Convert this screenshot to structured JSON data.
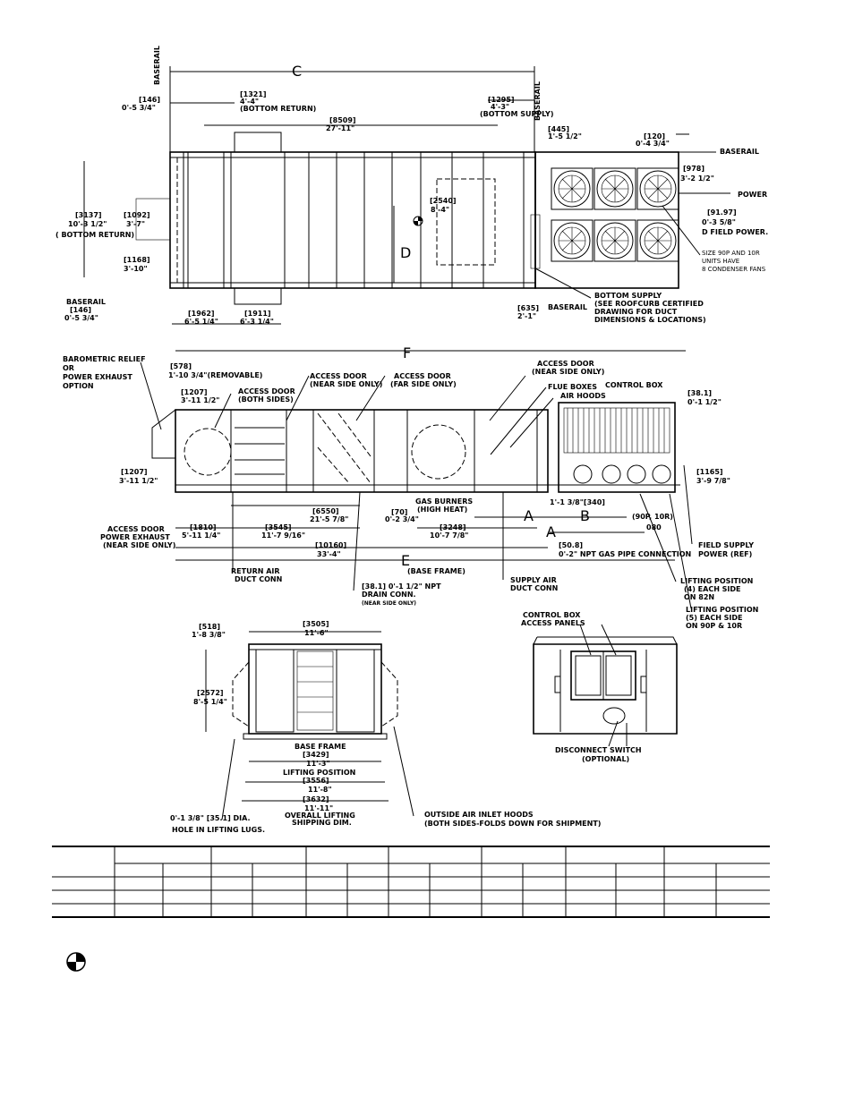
{
  "top_view": {
    "baserail_top": "BASERAIL",
    "baserail_right_top": "BASERAIL",
    "baserail_right": "BASERAIL",
    "baserail_left": "BASERAIL",
    "baserail_bottom_right": "BASERAIL",
    "dim_c": "C",
    "dim_d": "D",
    "d146a_mm": "[146]",
    "d146a_ft": "0'-5 3/4\"",
    "d1321_mm": "[1321]",
    "d1321_ft": "4'-4\"",
    "d1321_note": "(BOTTOM RETURN)",
    "d8509_mm": "[8509]",
    "d8509_ft": "27'-11\"",
    "d1295_mm": "[1295]",
    "d1295_ft": "4'-3\"",
    "d1295_note": "(BOTTOM SUPPLY)",
    "d445_mm": "[445]",
    "d445_ft": "1'-5 1/2\"",
    "d120_mm": "[120]",
    "d120_ft": "0'-4 3/4\"",
    "d978_mm": "[978]",
    "d978_ft": "3'-2 1/2\"",
    "power": "POWER",
    "d9197_mm": "[91.97]",
    "d9197_ft": "0'-3 5/8\"",
    "field_power": "D FIELD POWER.",
    "fans_note_1": "SIZE 90P AND 10R",
    "fans_note_2": "UNITS HAVE",
    "fans_note_3": "8 CONDENSER FANS",
    "d3137_mm": "[3137]",
    "d3137_ft": "10'-3 1/2\"",
    "d3137_note": "( BOTTOM RETURN)",
    "d1092_mm": "[1092]",
    "d1092_ft": "3'-7\"",
    "d1168_mm": "[1168]",
    "d1168_ft": "3'-10\"",
    "d2540_mm": "[2540]",
    "d2540_ft": "8'-4\"",
    "d146b_mm": "[146]",
    "d146b_ft": "0'-5 3/4\"",
    "d1962_mm": "[1962]",
    "d1962_ft": "6'-5 1/4\"",
    "d1911_mm": "[1911]",
    "d1911_ft": "6'-3 1/4\"",
    "d635_mm": "[635]",
    "d635_ft": "2'-1\"",
    "bottom_supply_1": "BOTTOM SUPPLY",
    "bottom_supply_2": "(SEE ROOFCURB CERTIFIED",
    "bottom_supply_3": "DRAWING FOR DUCT",
    "bottom_supply_4": "DIMENSIONS & LOCATIONS)"
  },
  "side_view": {
    "dim_f": "F",
    "dim_e": "E",
    "dim_a1": "A",
    "dim_a2": "A",
    "dim_b": "B",
    "baro_1": "BAROMETRIC RELIEF",
    "baro_2": "OR",
    "baro_3": "POWER EXHAUST",
    "baro_4": "OPTION",
    "d578_mm": "[578]",
    "d578_ft": "1'-10 3/4\"(REMOVABLE)",
    "d1207a_mm": "[1207]",
    "d1207a_ft": "3'-11 1/2\"",
    "access_both_1": "ACCESS DOOR",
    "access_both_2": "(BOTH SIDES)",
    "access_near_1": "ACCESS DOOR",
    "access_near_2": "(NEAR SIDE ONLY)",
    "access_far_1": "ACCESS DOOR",
    "access_far_2": "(FAR SIDE ONLY)",
    "access_near2_1": "ACCESS DOOR",
    "access_near2_2": "(NEAR SIDE ONLY)",
    "flue_boxes": "FLUE BOXES",
    "air_hoods": "AIR HOODS",
    "control_box": "CONTROL BOX",
    "d381a_mm": "[38.1]",
    "d381a_ft": "0'-1 1/2\"",
    "d1207b_mm": "[1207]",
    "d1207b_ft": "3'-11 1/2\"",
    "d1165_mm": "[1165]",
    "d1165_ft": "3'-9 7/8\"",
    "d6550_mm": "[6550]",
    "d6550_ft": "21'-5 7/8\"",
    "d70_mm": "[70]",
    "d70_ft": "0'-2 3/4\"",
    "gas_1": "GAS BURNERS",
    "gas_2": "(HIGH HEAT)",
    "d340": "1'-1 3/8\"[340]",
    "d90p": "(90P, 10R)",
    "d080": "080",
    "d1810_mm": "[1810]",
    "d1810_ft": "5'-11 1/4\"",
    "d3545_mm": "[3545]",
    "d3545_ft": "11'-7 9/16\"",
    "d3248_mm": "[3248]",
    "d3248_ft": "10'-7 7/8\"",
    "d508_mm": "[50.8]",
    "d508_ft": "0'-2\" NPT GAS PIPE CONNECTION",
    "access_exh_1": "ACCESS DOOR",
    "access_exh_2": "POWER EXHAUST",
    "access_exh_3": "(NEAR SIDE ONLY)",
    "d10160_mm": "[10160]",
    "d10160_ft": "33'-4\"",
    "base_frame": "(BASE FRAME)",
    "field_supply_1": "FIELD SUPPLY",
    "field_supply_2": "POWER (REF)",
    "return_air_1": "RETURN AIR",
    "return_air_2": "DUCT CONN",
    "drain_1": "[38.1] 0'-1 1/2\" NPT",
    "drain_2": "DRAIN CONN.",
    "drain_3": "(NEAR SIDE ONLY)",
    "supply_air_1": "SUPPLY AIR",
    "supply_air_2": "DUCT CONN",
    "lift4_1": "LIFTING POSITION",
    "lift4_2": "(4) EACH SIDE",
    "lift4_3": "ON 82N",
    "lift5_1": "LIFTING POSITION",
    "lift5_2": "(5) EACH SIDE",
    "lift5_3": "ON 90P & 10R"
  },
  "end_view": {
    "d518_mm": "[518]",
    "d518_ft": "1'-8 3/8\"",
    "d3505_mm": "[3505]",
    "d3505_ft": "11'-6\"",
    "d2572_mm": "[2572]",
    "d2572_ft": "8'-5 1/4\"",
    "base_frame": "BASE FRAME",
    "d3429_mm": "[3429]",
    "d3429_ft": "11'-3\"",
    "lifting": "LIFTING POSITION",
    "d3556_mm": "[3556]",
    "d3556_ft": "11'-8\"",
    "d3632_mm": "[3632]",
    "d3632_ft": "11'-11\"",
    "overall_1": "OVERALL LIFTING",
    "overall_2": "SHIPPING DIM.",
    "hole_1": "0'-1 3/8\" [35.1] DIA.",
    "hole_2": "HOLE IN LIFTING LUGS.",
    "hoods_1": "OUTSIDE AIR INLET HOODS",
    "hoods_2": "(BOTH SIDES-FOLDS DOWN FOR SHIPMENT)"
  },
  "control_view": {
    "panels_1": "CONTROL BOX",
    "panels_2": "ACCESS PANELS",
    "disconnect_1": "DISCONNECT SWITCH",
    "disconnect_2": "(OPTIONAL)"
  },
  "table": {
    "rows": 3
  }
}
